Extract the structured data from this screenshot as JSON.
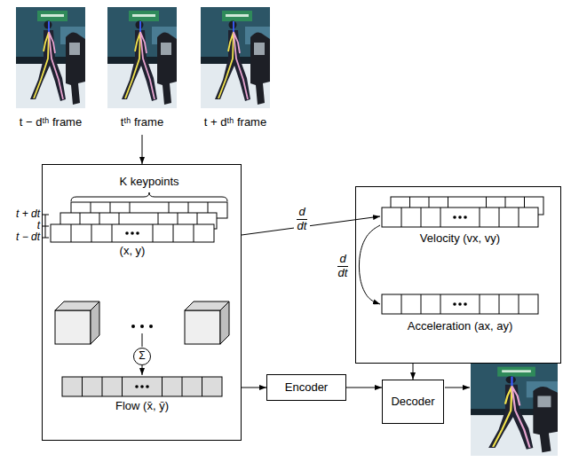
{
  "diagram": {
    "nodes": [
      {
        "text": [
          "t − dᵗʰ frame"
        ]
      },
      {
        "text": [
          "tᵗʰ frame"
        ]
      },
      {
        "text": [
          "t + dᵗʰ frame"
        ]
      },
      {
        "text": []
      },
      {
        "text": [
          "K keypoints",
          "t + dt",
          "t",
          "t − dt",
          "(x, y)"
        ],
        "in": 3
      },
      {
        "text": [
          "Σ"
        ],
        "in": 3
      },
      {
        "text": [
          "Flow (x̄, ȳ)"
        ],
        "in": 3
      },
      {
        "text": []
      },
      {
        "text": [
          "Velocity (vx, vy)"
        ],
        "in": 7
      },
      {
        "text": [
          "Acceleration (ax, ay)"
        ],
        "in": 7
      },
      {
        "text": [
          "Encoder"
        ]
      },
      {
        "text": [
          "Decoder"
        ]
      }
    ],
    "edges": [
      {
        "from": 1,
        "to": 3,
        "arrow": "to"
      },
      {
        "from": 3,
        "to": 8,
        "arrow": "to"
      },
      {
        "from": 8,
        "to": 9,
        "arrow": "to"
      },
      {
        "from": 5,
        "to": 6,
        "arrow": "to"
      },
      {
        "from": 3,
        "to": 10,
        "arrow": "to"
      },
      {
        "from": 10,
        "to": 11,
        "arrow": "to"
      },
      {
        "from": 7,
        "to": 11,
        "arrow": "to"
      }
    ],
    "labels": [
      "d",
      "dt",
      "d",
      "dt"
    ]
  }
}
